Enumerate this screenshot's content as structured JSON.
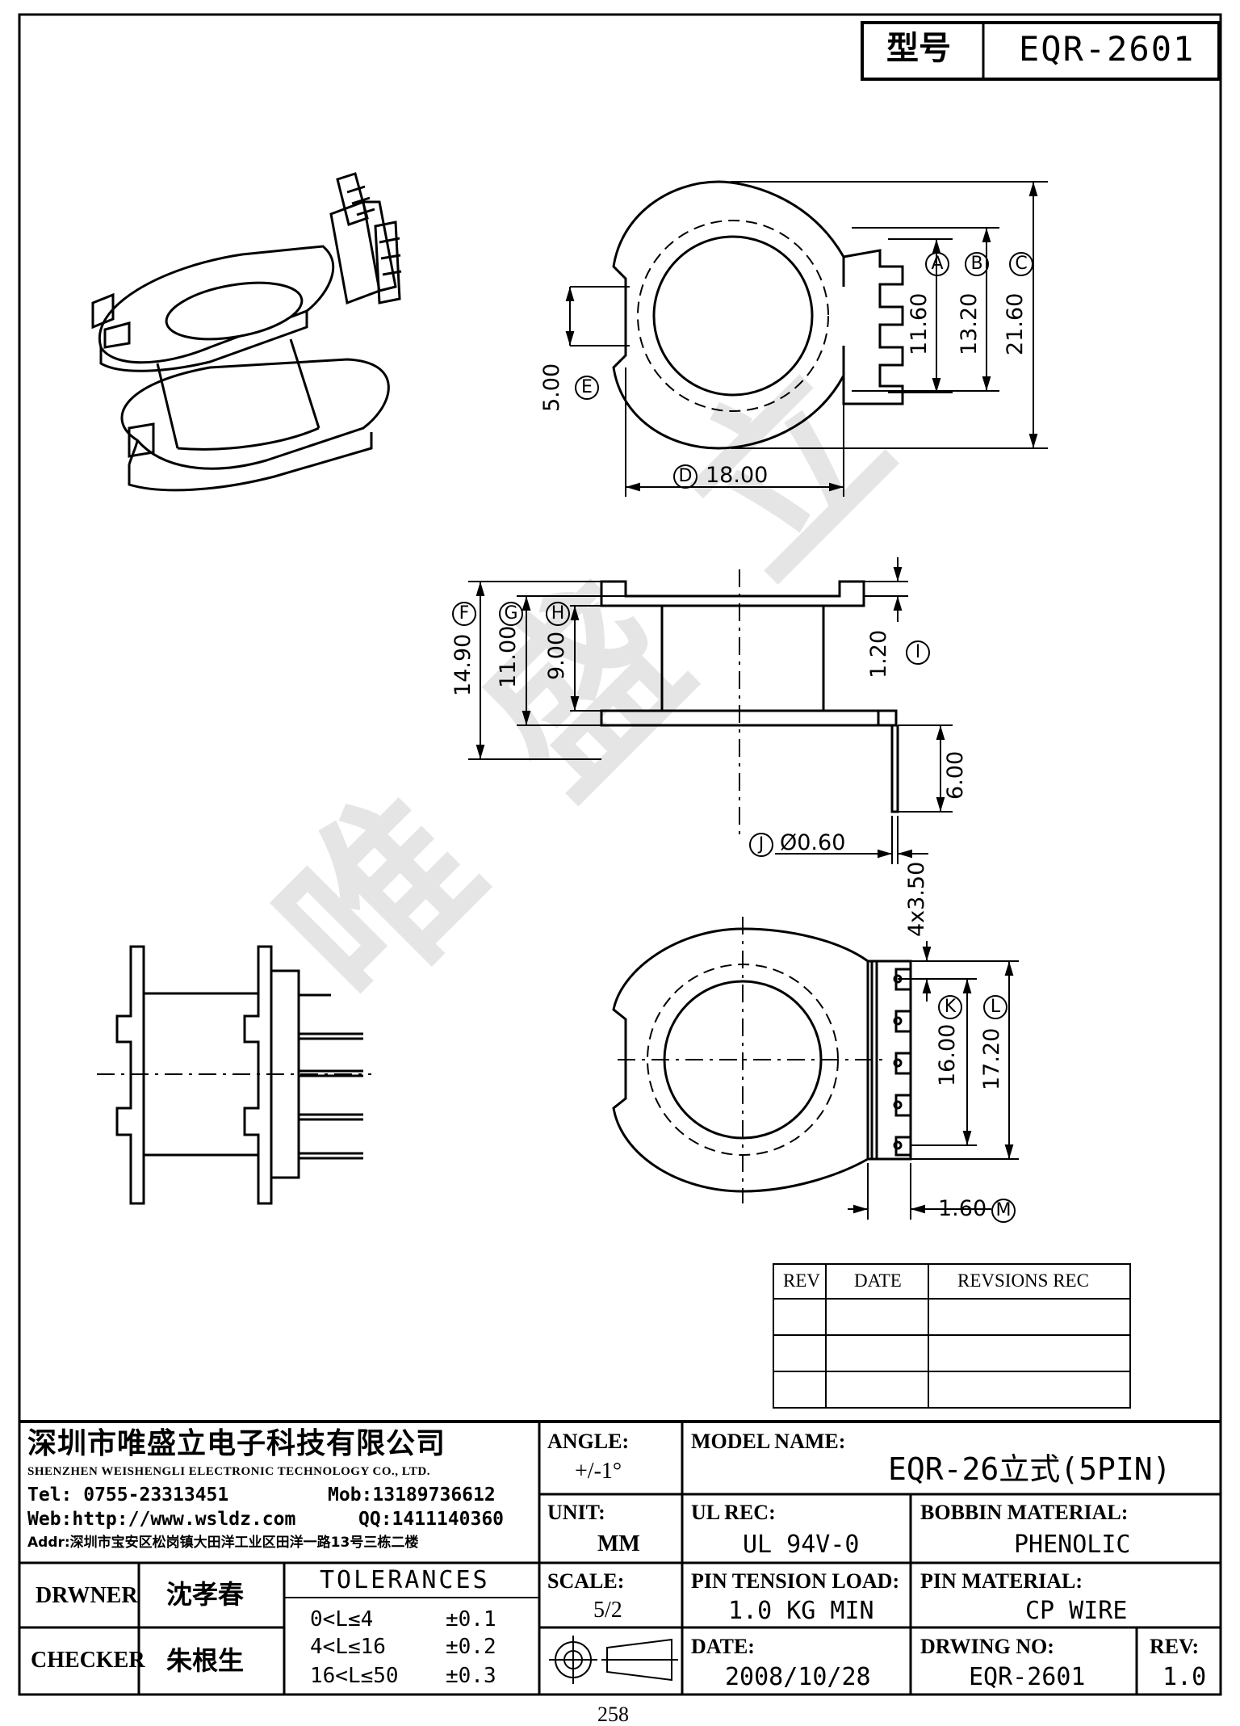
{
  "header": {
    "model_label": "型号",
    "model_value": "EQR-2601"
  },
  "watermark": [
    "唯",
    "盛",
    "立"
  ],
  "dimensions": {
    "A": "11.60",
    "B": "13.20",
    "C": "21.60",
    "D": "18.00",
    "E": "5.00",
    "F": "14.90",
    "G": "11.00",
    "H": "9.00",
    "I": "1.20",
    "pin_len": "6.00",
    "J": "Ø0.60",
    "pitch": "4x3.50",
    "K": "16.00",
    "L": "17.20",
    "M": "1.60"
  },
  "callouts": [
    "A",
    "B",
    "C",
    "D",
    "E",
    "F",
    "G",
    "H",
    "I",
    "J",
    "K",
    "L",
    "M"
  ],
  "revisions": {
    "headers": [
      "REV",
      "DATE",
      "REVSIONS REC"
    ],
    "rows": [
      [
        "",
        "",
        ""
      ],
      [
        "",
        "",
        ""
      ],
      [
        "",
        "",
        ""
      ]
    ]
  },
  "company": {
    "name_cn": "深圳市唯盛立电子科技有限公司",
    "name_en": "SHENZHEN WEISHENGLI ELECTRONIC TECHNOLOGY CO., LTD.",
    "tel": "Tel: 0755-23313451",
    "mob": "Mob:13189736612",
    "web": "Web:http://www.wsldz.com",
    "qq": "QQ:1411140360",
    "addr": "Addr:深圳市宝安区松岗镇大田洋工业区田洋一路13号三栋二楼"
  },
  "title_block": {
    "angle_label": "ANGLE:",
    "angle_value": "+/-1°",
    "unit_label": "UNIT:",
    "unit_value": "MM",
    "scale_label": "SCALE:",
    "scale_value": "5/2",
    "model_name_label": "MODEL NAME:",
    "model_name_value": "EQR-26立式(5PIN)",
    "ul_label": "UL REC:",
    "ul_value": "UL 94V-0",
    "bobbin_label": "BOBBIN MATERIAL:",
    "bobbin_value": "PHENOLIC",
    "pin_tension_label": "PIN TENSION LOAD:",
    "pin_tension_value": "1.0 KG MIN",
    "pin_material_label": "PIN MATERIAL:",
    "pin_material_value": "CP WIRE",
    "date_label": "DATE:",
    "date_value": "2008/10/28",
    "drawing_no_label": "DRWING NO:",
    "drawing_no_value": "EQR-2601",
    "rev_label": "REV:",
    "rev_value": "1.0",
    "drawer_label": "DRWNER",
    "drawer_value": "沈孝春",
    "checker_label": "CHECKER",
    "checker_value": "朱根生",
    "tolerances_title": "TOLERANCES",
    "tolerances": [
      {
        "range": "0<L≤4",
        "value": "±0.1"
      },
      {
        "range": "4<L≤16",
        "value": "±0.2"
      },
      {
        "range": "16<L≤50",
        "value": "±0.3"
      }
    ]
  },
  "page_number": "258"
}
